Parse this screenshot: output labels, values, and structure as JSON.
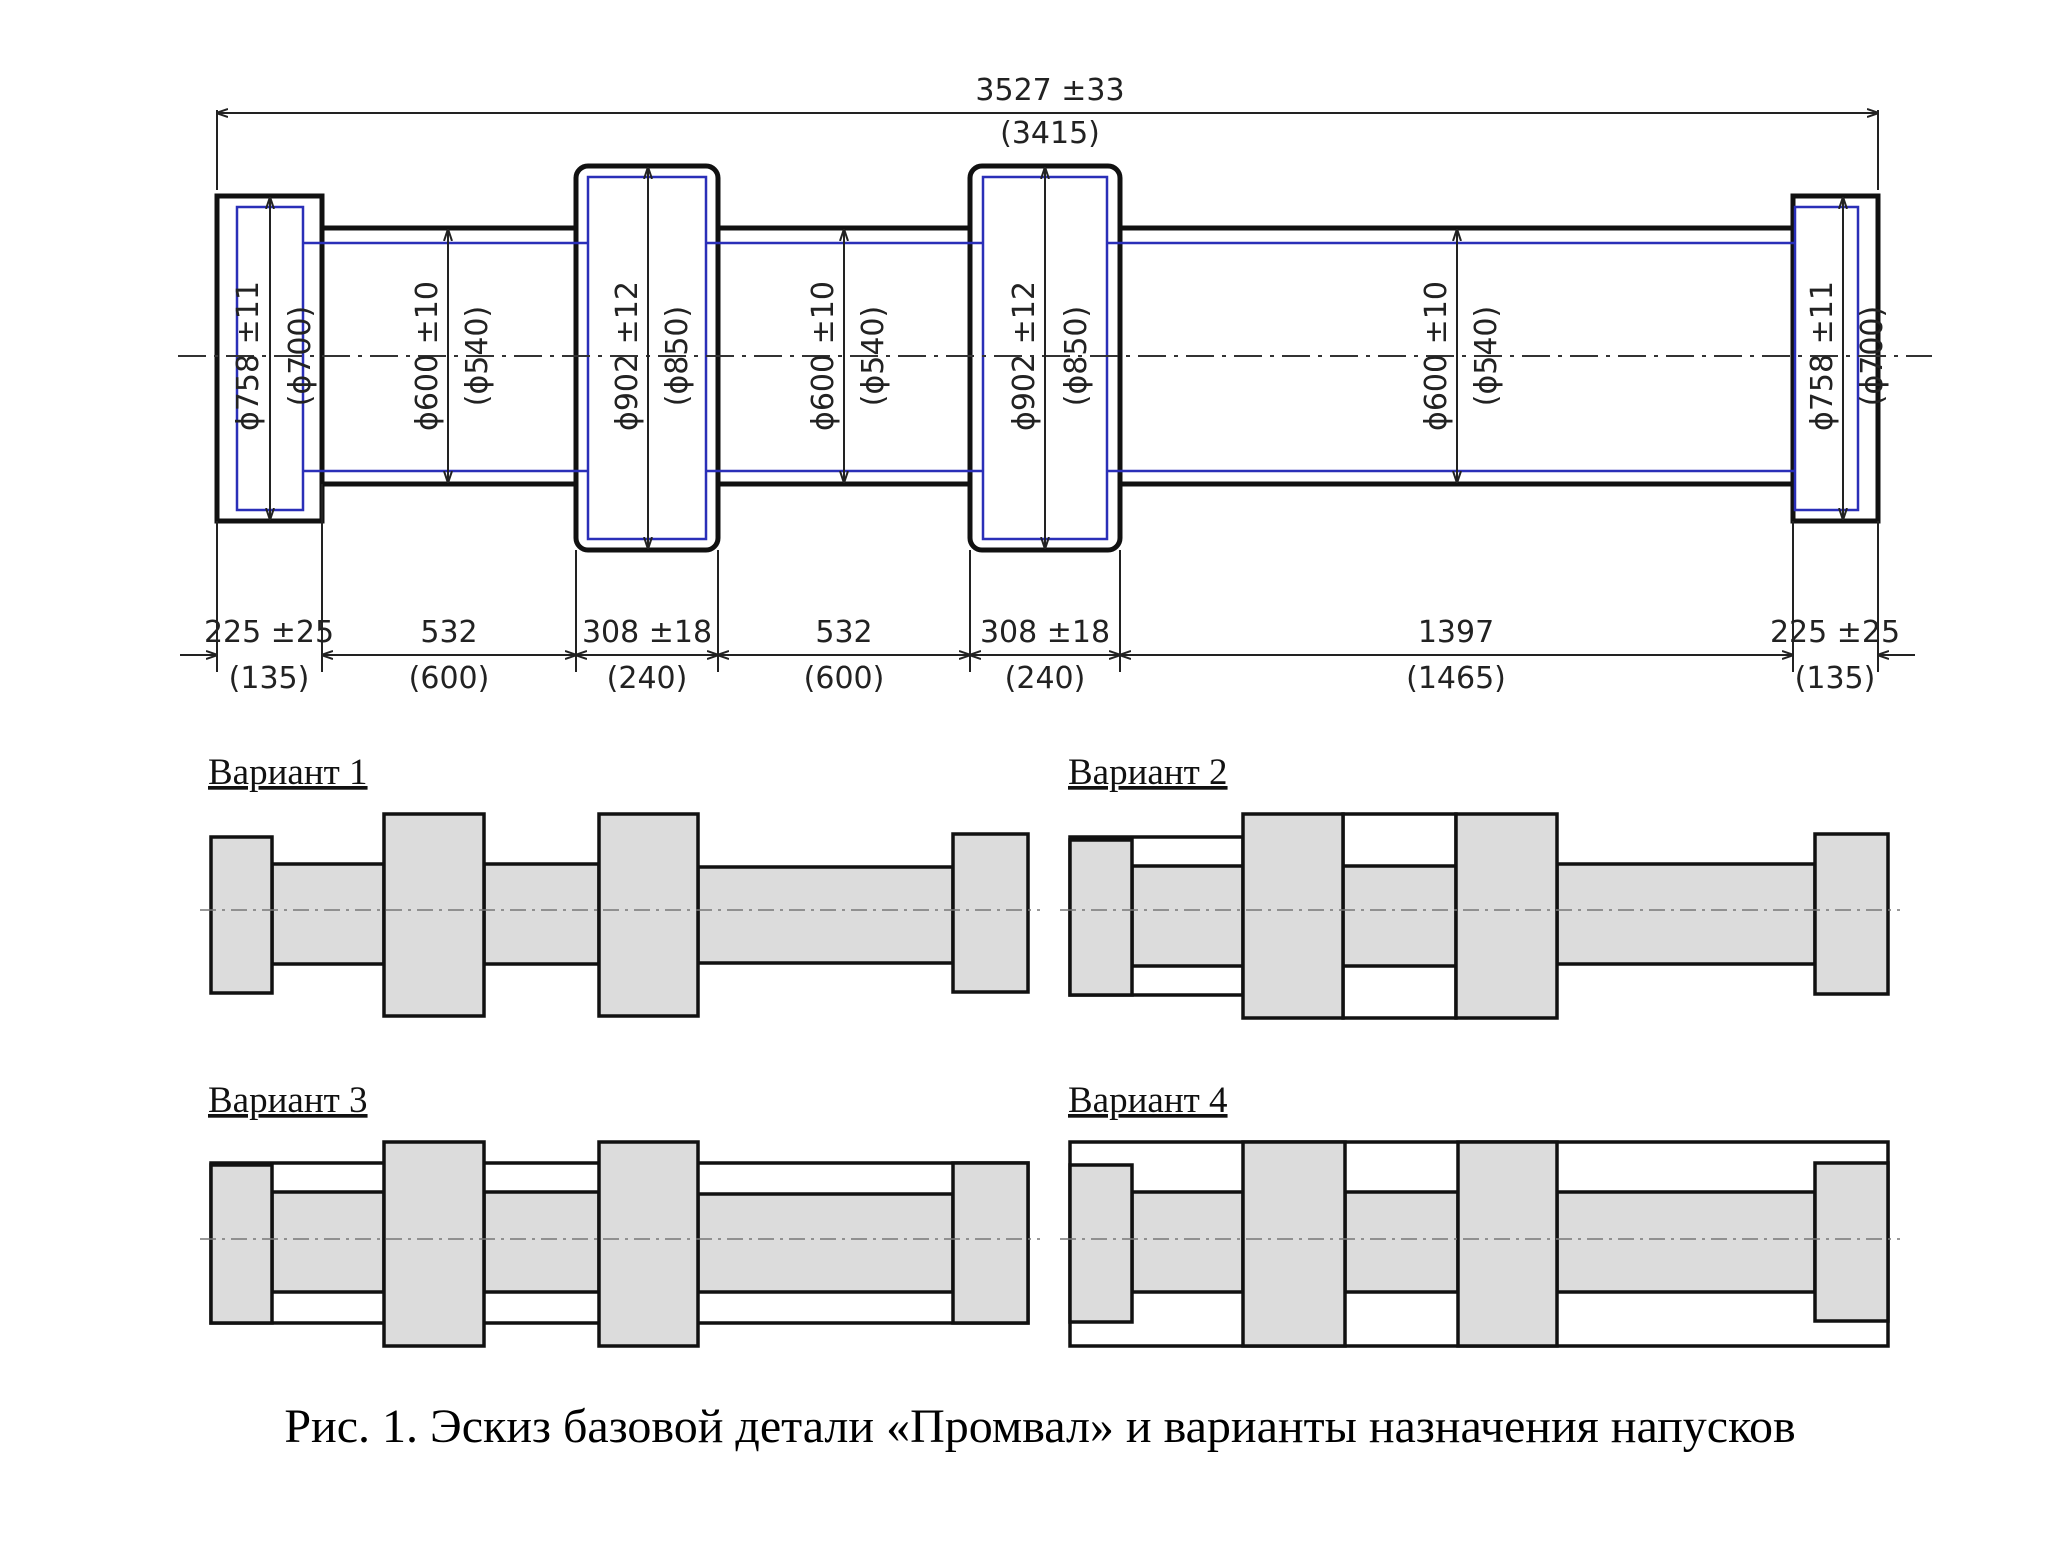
{
  "drawing": {
    "overall_length": "3527 ±33",
    "overall_length_forging": "(3415)",
    "diameters": [
      {
        "nominal": "ϕ758 ±11",
        "forging": "(ϕ700)"
      },
      {
        "nominal": "ϕ600 ±10",
        "forging": "(ϕ540)"
      },
      {
        "nominal": "ϕ902 ±12",
        "forging": "(ϕ850)"
      },
      {
        "nominal": "ϕ600 ±10",
        "forging": "(ϕ540)"
      },
      {
        "nominal": "ϕ902 ±12",
        "forging": "(ϕ850)"
      },
      {
        "nominal": "ϕ600 ±10",
        "forging": "(ϕ540)"
      },
      {
        "nominal": "ϕ758 ±11",
        "forging": "(ϕ700)"
      }
    ],
    "lengths": [
      {
        "nominal": "225 ±25",
        "forging": "(135)"
      },
      {
        "nominal": "532",
        "forging": "(600)"
      },
      {
        "nominal": "308 ±18",
        "forging": "(240)"
      },
      {
        "nominal": "532",
        "forging": "(600)"
      },
      {
        "nominal": "308 ±18",
        "forging": "(240)"
      },
      {
        "nominal": "1397",
        "forging": "(1465)"
      },
      {
        "nominal": "225 ±25",
        "forging": "(135)"
      }
    ]
  },
  "variants": [
    {
      "label": "Вариант 1"
    },
    {
      "label": "Вариант 2"
    },
    {
      "label": "Вариант 3"
    },
    {
      "label": "Вариант 4"
    }
  ],
  "caption": "Рис. 1. Эскиз базовой детали «Промвал» и варианты назначения напусков",
  "colors": {
    "line": "#111111",
    "inner_contour": "#2a2fb8",
    "fill": "#dcdcdc"
  }
}
